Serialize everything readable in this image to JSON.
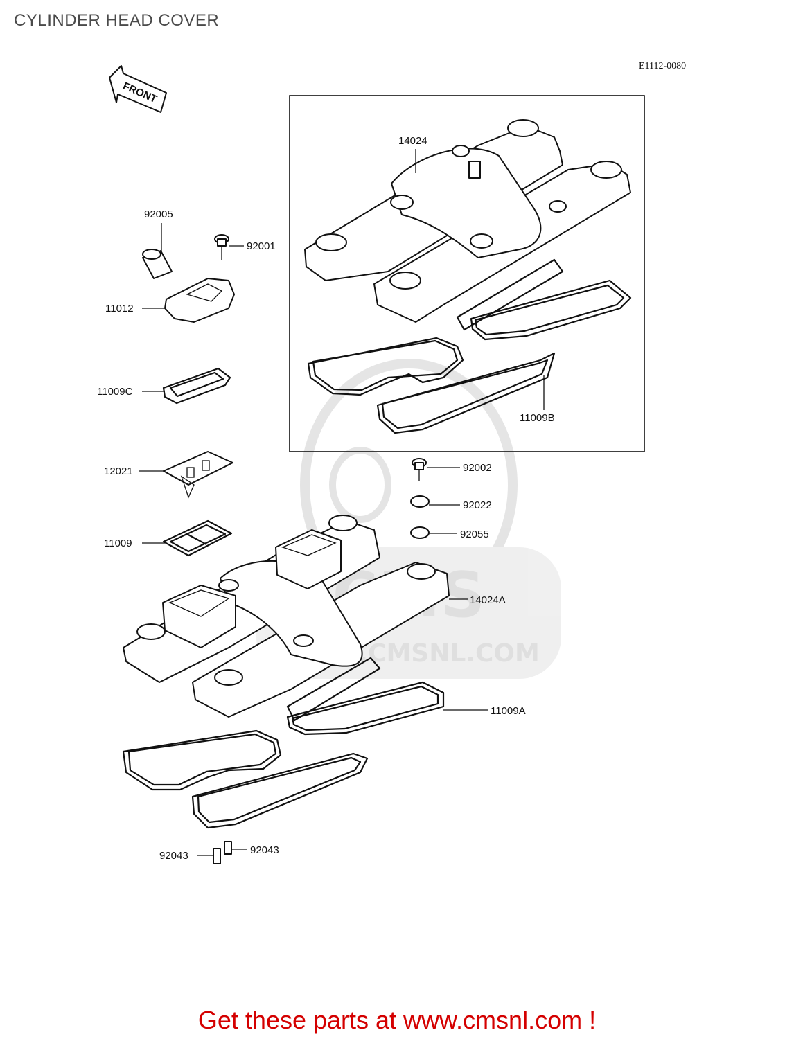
{
  "title": "CYLINDER HEAD COVER",
  "diagram_code": "E1112-0080",
  "front_arrow": "FRONT",
  "footer": "Get these parts at www.cmsnl.com !",
  "watermark": {
    "brand": "CMS",
    "url": "WWW.CMSNL.COM",
    "color": "#dcdcdc"
  },
  "parts": [
    {
      "number": "14024"
    },
    {
      "number": "92005"
    },
    {
      "number": "92001"
    },
    {
      "number": "11012"
    },
    {
      "number": "11009C"
    },
    {
      "number": "11009B"
    },
    {
      "number": "12021"
    },
    {
      "number": "92002"
    },
    {
      "number": "92022"
    },
    {
      "number": "92055"
    },
    {
      "number": "11009"
    },
    {
      "number": "14024A"
    },
    {
      "number": "11009A"
    },
    {
      "number": "92043"
    },
    {
      "number": "92043"
    }
  ],
  "colors": {
    "footer": "#d40000",
    "line": "#111111"
  }
}
